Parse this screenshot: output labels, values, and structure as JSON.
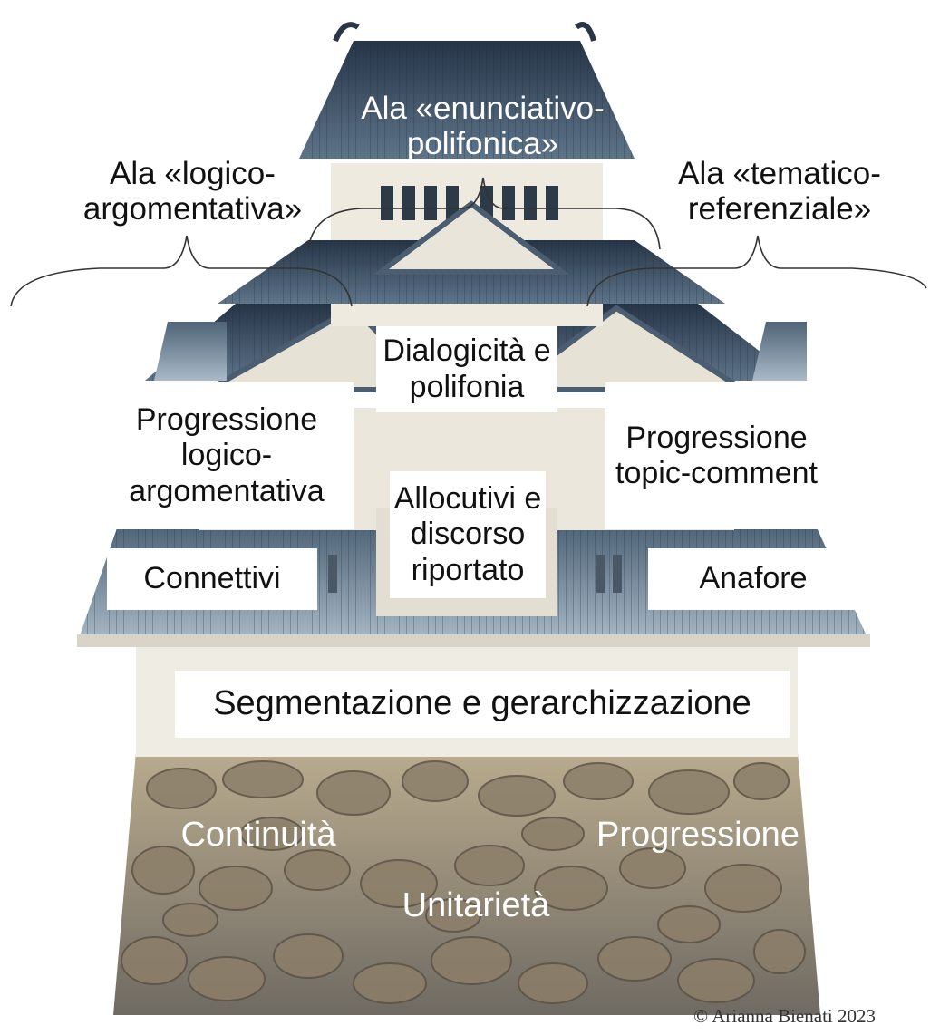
{
  "wings": {
    "left": "Ala «logico-argomentativa»",
    "center": "Ala «enunciativo-polifonica»",
    "right": "Ala «tematico-referenziale»"
  },
  "levels": {
    "dialogicita": "Dialogicità e polifonia",
    "progressione_logico": "Progressione logico-argomentativa",
    "progressione_topic": "Progressione topic-comment",
    "allocutivi": "Allocutivi e discorso riportato",
    "connettivi": "Connettivi",
    "anafore": "Anafore",
    "segmentazione": "Segmentazione e gerarchizzazione"
  },
  "foundation": {
    "continuita": "Continuità",
    "progressione": "Progressione",
    "unitarieta": "Unitarietà"
  },
  "credit": "© Arianna Bienati 2023",
  "colors": {
    "roof": "#3f5368",
    "roof_light": "#7d93a8",
    "wall": "#ede8dd",
    "stone": "#8a7d68"
  }
}
